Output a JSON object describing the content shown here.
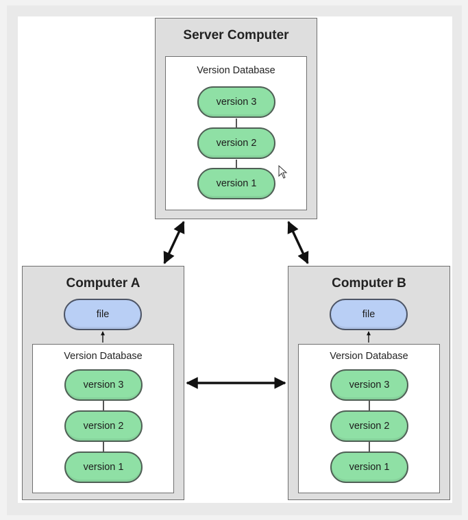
{
  "server": {
    "title": "Server Computer",
    "db_label": "Version Database",
    "versions": [
      "version 3",
      "version 2",
      "version 1"
    ]
  },
  "computer_a": {
    "title": "Computer A",
    "file_label": "file",
    "db_label": "Version Database",
    "versions": [
      "version 3",
      "version 2",
      "version 1"
    ]
  },
  "computer_b": {
    "title": "Computer B",
    "file_label": "file",
    "db_label": "Version Database",
    "versions": [
      "version 3",
      "version 2",
      "version 1"
    ]
  },
  "colors": {
    "version_fill": "#8fe0a5",
    "file_fill": "#b9cff5",
    "box_fill": "#dedede"
  }
}
